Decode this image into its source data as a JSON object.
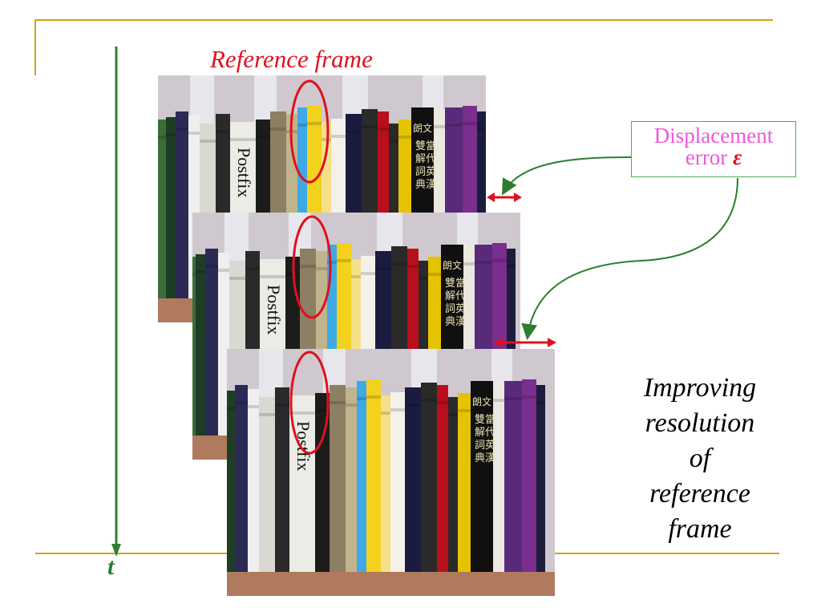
{
  "reference_title": "Reference frame",
  "displacement": {
    "line1": "Displacement",
    "line2": "error",
    "symbol": "ε"
  },
  "time_label": "t",
  "improve_lines": [
    "Improving",
    "resolution",
    "of",
    "reference",
    "frame"
  ],
  "book_labels": {
    "postfix": "Postfix",
    "cjk_top": "朗文",
    "cjk_main": "當代英漢雙解詞典"
  },
  "colors": {
    "reference_title": "#E0101E",
    "displacement_text": "#EE58D8",
    "displacement_border": "#4CAF50",
    "arrow_green": "#2E7D32",
    "arrow_red": "#E0101E",
    "slide_rule": "#D4A017"
  }
}
